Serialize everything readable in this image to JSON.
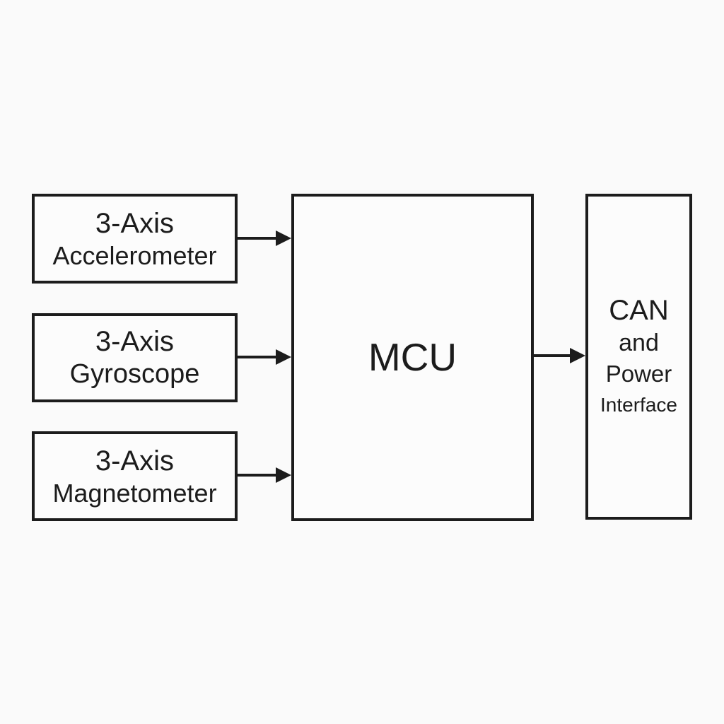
{
  "diagram": {
    "type": "block-diagram",
    "colors": {
      "background": "#fafafa",
      "stroke": "#1c1c1c",
      "box_fill": "#fcfcfc"
    },
    "nodes": {
      "accelerometer": {
        "line1": "3-Axis",
        "line2": "Accelerometer"
      },
      "gyroscope": {
        "line1": "3-Axis",
        "line2": "Gyroscope"
      },
      "magnetometer": {
        "line1": "3-Axis",
        "line2": "Magnetometer"
      },
      "mcu": {
        "label": "MCU"
      },
      "can_power": {
        "line1": "CAN",
        "line2": "and",
        "line3": "Power",
        "line4": "Interface"
      }
    },
    "connections": [
      {
        "from": "accelerometer",
        "to": "mcu"
      },
      {
        "from": "gyroscope",
        "to": "mcu"
      },
      {
        "from": "magnetometer",
        "to": "mcu"
      },
      {
        "from": "mcu",
        "to": "can_power"
      }
    ]
  }
}
